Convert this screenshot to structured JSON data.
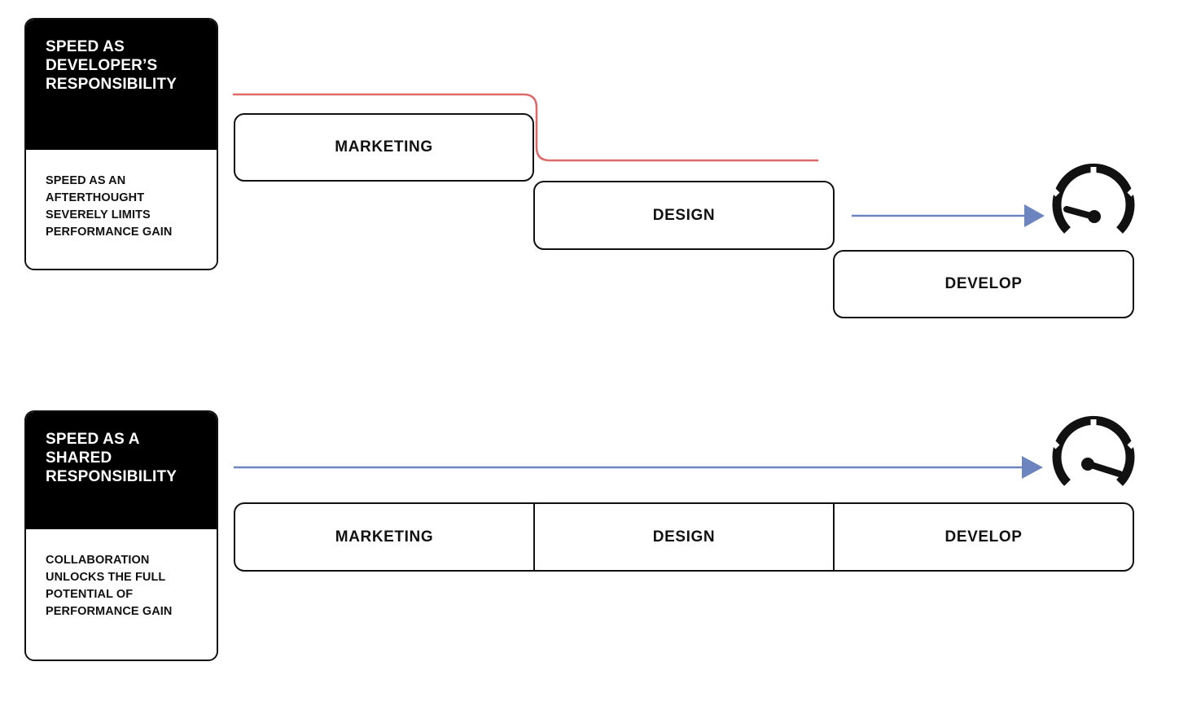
{
  "colors": {
    "ink": "#111111",
    "card_header_bg": "#000000",
    "card_header_text": "#ffffff",
    "page_bg": "#ffffff",
    "red_line": "#DE6B6B",
    "blue_arrow": "#6C84C0"
  },
  "sections": [
    {
      "id": "developer-responsibility",
      "card": {
        "title": "SPEED AS DEVELOPER’S RESPONSIBILITY",
        "body": "SPEED AS AN AFTERTHOUGHT SEVERELY LIMITS PERFORMANCE GAIN"
      },
      "stages": [
        {
          "label": "MARKETING"
        },
        {
          "label": "DESIGN"
        },
        {
          "label": "DEVELOP"
        }
      ],
      "connector_red": "descending-step-line",
      "arrow": "short-blue-arrow",
      "gauge": {
        "name": "speedometer-low",
        "needle": "pointing-upper-left",
        "ticks": 5
      }
    },
    {
      "id": "shared-responsibility",
      "card": {
        "title": "SPEED AS A SHARED RESPONSIBILITY",
        "body": "COLLABORATION UNLOCKS THE FULL POTENTIAL OF PERFORMANCE GAIN"
      },
      "stages": [
        {
          "label": "MARKETING"
        },
        {
          "label": "DESIGN"
        },
        {
          "label": "DEVELOP"
        }
      ],
      "arrow": "long-blue-arrow",
      "gauge": {
        "name": "speedometer-high",
        "needle": "pointing-right",
        "ticks": 5
      }
    }
  ]
}
